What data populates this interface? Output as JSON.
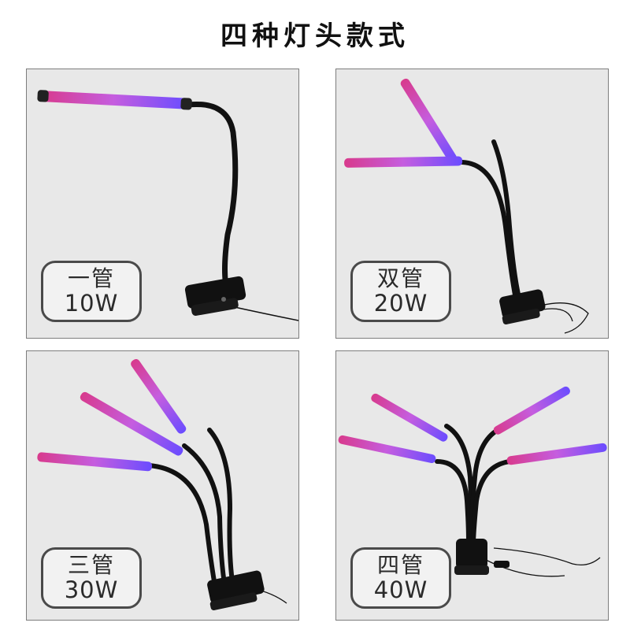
{
  "title": "四种灯头款式",
  "colors": {
    "panel_bg": "#e8e8e8",
    "panel_border": "#7d7d7d",
    "lamp_red": "#e0306b",
    "lamp_blue": "#4a3cff",
    "lamp_glow": "#c25bd9",
    "gooseneck": "#111111",
    "label_border": "#4a4a4a"
  },
  "panels": [
    {
      "name": "一管",
      "watt": "10W",
      "heads": 1
    },
    {
      "name": "双管",
      "watt": "20W",
      "heads": 2
    },
    {
      "name": "三管",
      "watt": "30W",
      "heads": 3
    },
    {
      "name": "四管",
      "watt": "40W",
      "heads": 4
    }
  ]
}
